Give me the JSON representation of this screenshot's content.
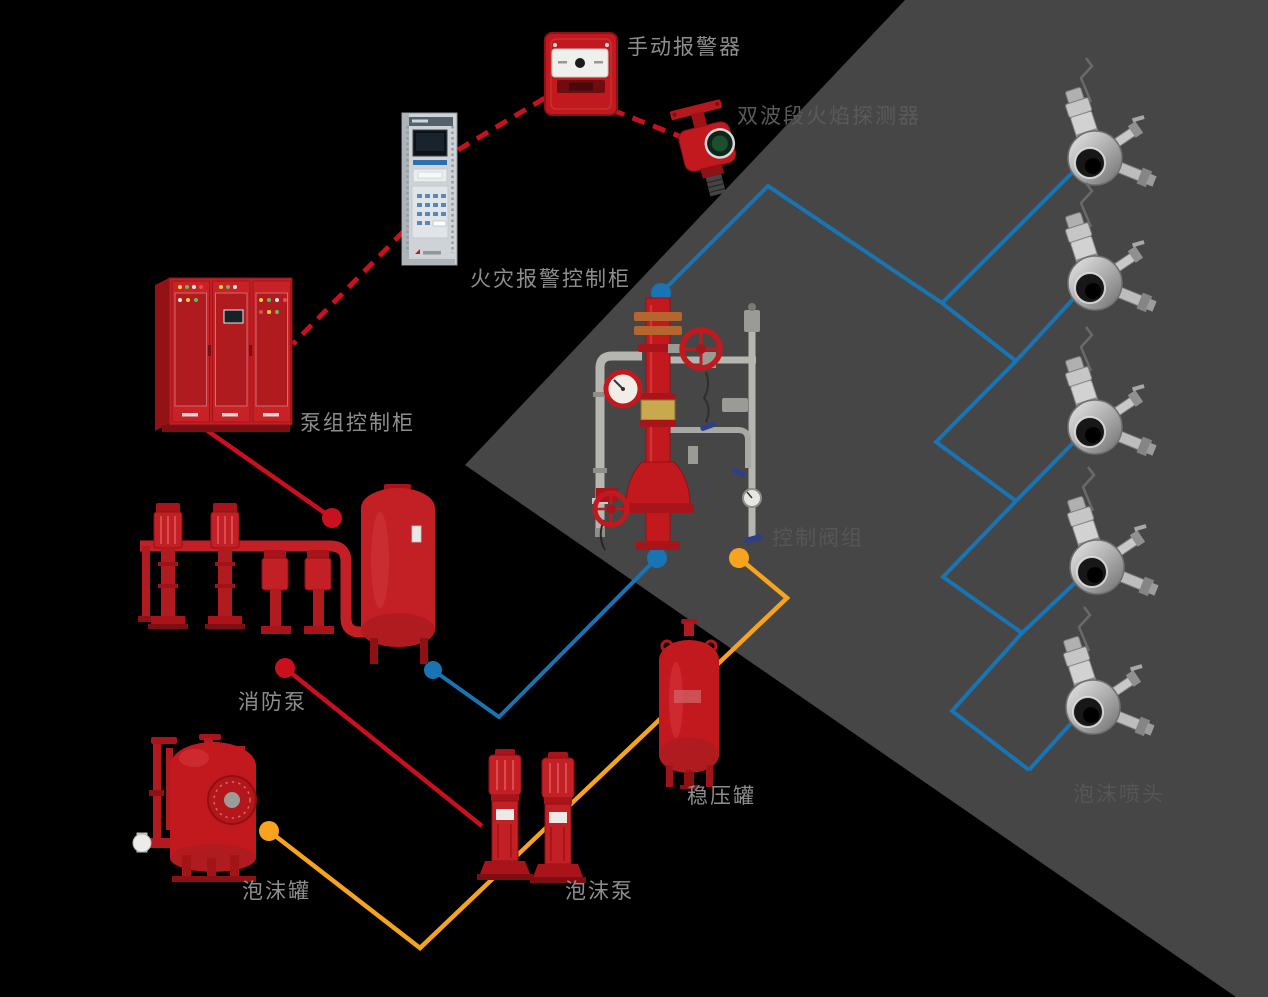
{
  "diagram": {
    "description": "Foam fire-extinguishing system schematic",
    "background": {
      "canvas_color": "#000000",
      "panel_color": "#464646"
    },
    "line_colors": {
      "signal_red": "#c8101e",
      "water_blue": "#1874b2",
      "foam_orange": "#f6a41d"
    },
    "labels": {
      "manual_alarm": "手动报警器",
      "flame_detector": "双波段火焰探测器",
      "fire_alarm_cabinet": "火灾报警控制柜",
      "pump_control_cabinet": "泵组控制柜",
      "fire_pump": "消防泵",
      "control_valve_group": "控制阀组",
      "pressure_tank": "稳压罐",
      "foam_tank": "泡沫罐",
      "foam_pump": "泡沫泵",
      "foam_sprinkler": "泡沫喷头"
    },
    "devices": [
      {
        "id": "manual_alarm",
        "label": "手动报警器"
      },
      {
        "id": "flame_detector",
        "label": "双波段火焰探测器"
      },
      {
        "id": "fire_alarm_cabinet",
        "label": "火灾报警控制柜"
      },
      {
        "id": "pump_control_cabinet",
        "label": "泵组控制柜"
      },
      {
        "id": "fire_pump",
        "label": "消防泵"
      },
      {
        "id": "control_valve_group",
        "label": "控制阀组"
      },
      {
        "id": "pressure_tank",
        "label": "稳压罐"
      },
      {
        "id": "foam_tank",
        "label": "泡沫罐"
      },
      {
        "id": "foam_pump",
        "label": "泡沫泵"
      },
      {
        "id": "foam_sprinkler",
        "label": "泡沫喷头",
        "count": 5
      }
    ],
    "sprinkler_count": 5,
    "connections": [
      {
        "from": "fire_alarm_cabinet",
        "to": "manual_alarm",
        "style": "dashed",
        "color": "signal_red"
      },
      {
        "from": "manual_alarm",
        "to": "flame_detector",
        "style": "dashed",
        "color": "signal_red"
      },
      {
        "from": "fire_alarm_cabinet",
        "to": "pump_control_cabinet",
        "style": "dashed",
        "color": "signal_red"
      },
      {
        "from": "pump_control_cabinet",
        "to": "fire_pump",
        "style": "solid",
        "color": "signal_red"
      },
      {
        "from": "fire_pump",
        "to": "foam_pump",
        "style": "solid",
        "color": "signal_red"
      },
      {
        "from": "fire_pump",
        "to": "control_valve_group",
        "style": "solid",
        "color": "water_blue"
      },
      {
        "from": "control_valve_group",
        "to": "foam_sprinkler",
        "style": "solid",
        "color": "water_blue"
      },
      {
        "from": "foam_tank",
        "to": "control_valve_group",
        "style": "solid",
        "color": "foam_orange"
      }
    ]
  }
}
